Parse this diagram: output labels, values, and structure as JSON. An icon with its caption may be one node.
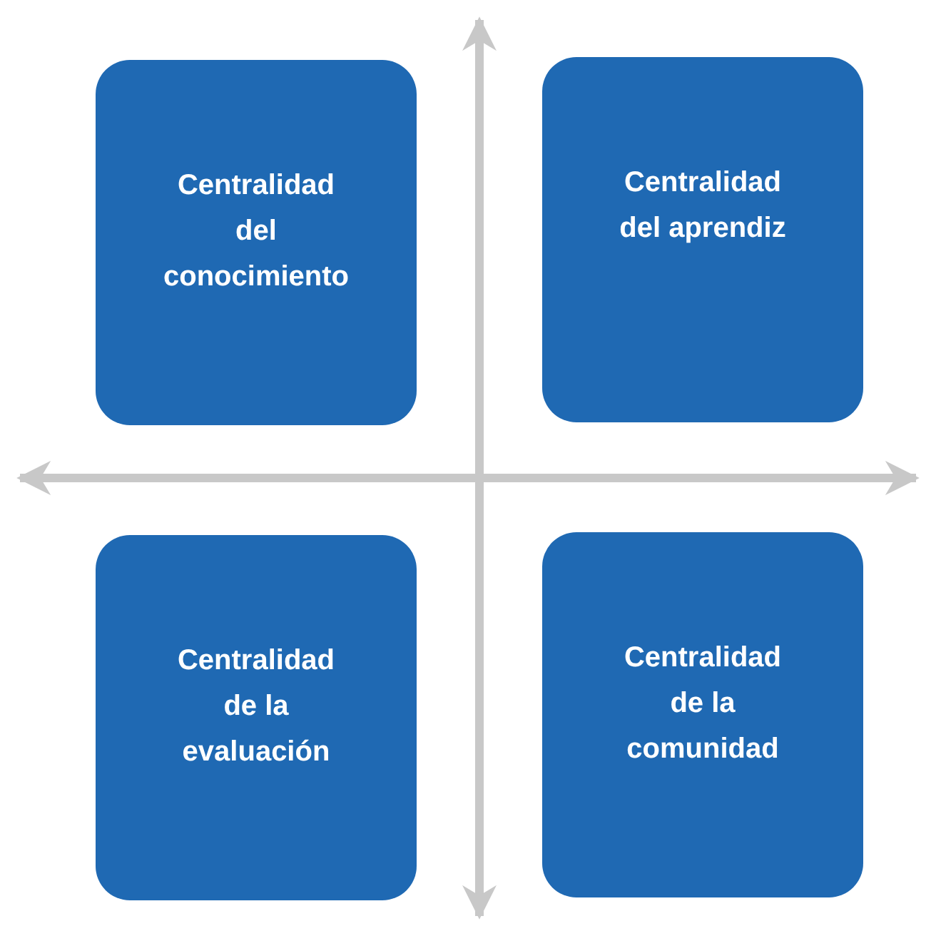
{
  "diagram": {
    "nodes": [
      {
        "text": [
          "Centralidad del conocimiento"
        ]
      },
      {
        "text": [
          "Centralidad del aprendiz"
        ]
      },
      {
        "text": [
          "Centralidad de la evaluación"
        ]
      },
      {
        "text": [
          "Centralidad de la comunidad"
        ]
      }
    ]
  }
}
